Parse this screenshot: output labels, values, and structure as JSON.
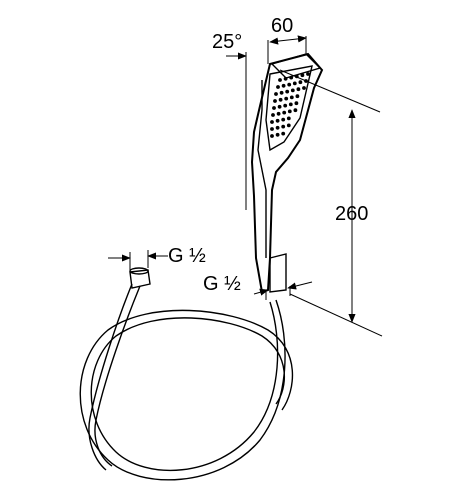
{
  "dimensions": {
    "angle": "25°",
    "width": "60",
    "height": "260",
    "thread_top": "G ½",
    "thread_hose": "G ½"
  },
  "colors": {
    "line": "#000000",
    "background": "#ffffff"
  }
}
